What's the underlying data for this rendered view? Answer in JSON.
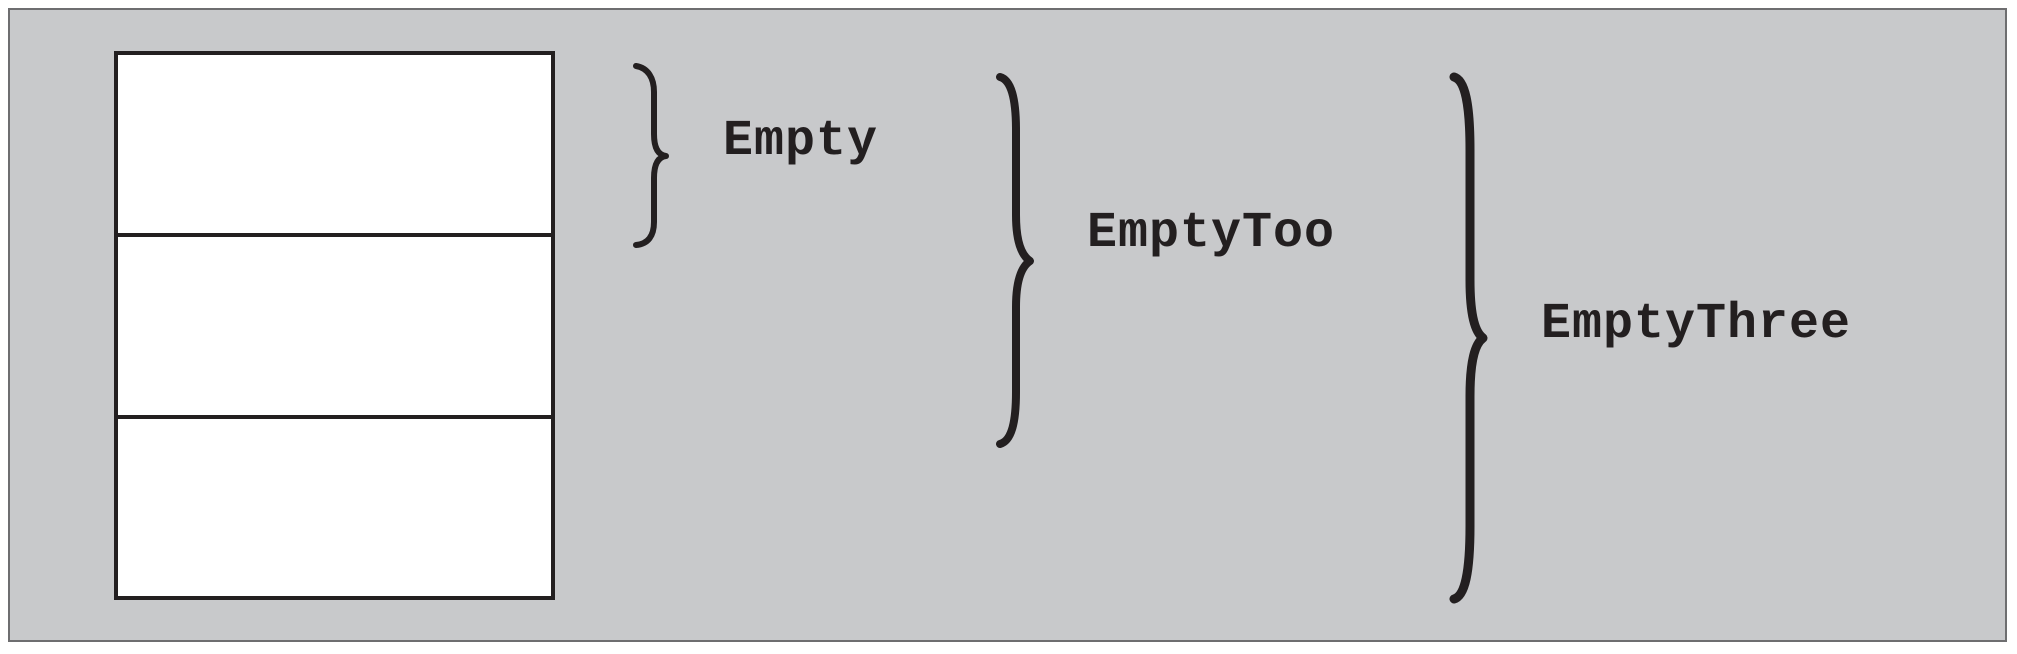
{
  "diagram": {
    "stack": {
      "cell_count": 3,
      "fill_color": "#ffffff",
      "stroke_color": "#231f20"
    },
    "groups": [
      {
        "label": "Empty",
        "spans_cells": 1
      },
      {
        "label": "EmptyToo",
        "spans_cells": 2
      },
      {
        "label": "EmptyThree",
        "spans_cells": 3
      }
    ],
    "background_color": "#c8c9cb",
    "brace_color": "#231f20"
  }
}
